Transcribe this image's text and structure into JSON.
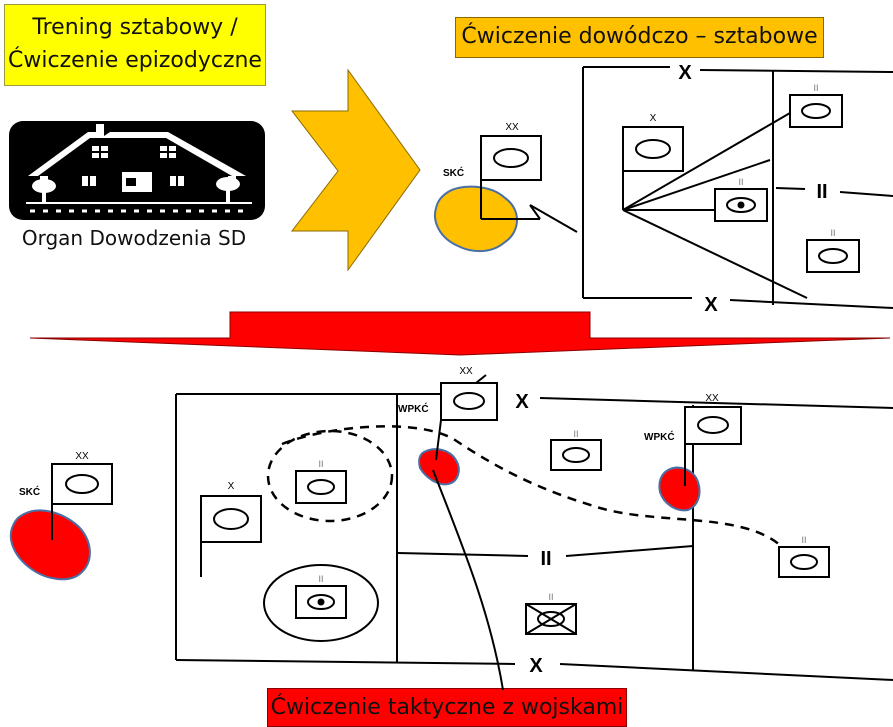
{
  "titles": {
    "trening_line1": "Trening sztabowy /",
    "trening_line2": "Ćwiczenie epizodyczne",
    "dowodczo": "Ćwiczenie dowódczo – sztabowe",
    "taktyczne": "Ćwiczenie taktyczne z wojskami"
  },
  "organ_label": "Organ Dowodzenia SD",
  "top_diagram": {
    "skc_label": "SKĆ",
    "division_echelon": "XX",
    "brigade_echelon": "X",
    "battalion_echelon": "II",
    "boundary_top": "X",
    "boundary_mid": "II",
    "boundary_bottom": "X"
  },
  "bottom_diagram": {
    "skc_label": "SKĆ",
    "wpkc_label_1": "WPKĆ",
    "wpkc_label_2": "WPKĆ",
    "division_echelon": "XX",
    "brigade_echelon": "X",
    "battalion_echelon": "II",
    "boundary_top": "X",
    "boundary_mid": "II",
    "boundary_bottom": "X"
  },
  "colors": {
    "yellow": "#ffff00",
    "orange": "#ffc000",
    "red": "#ff0000",
    "arrow_gold": "#ffc000",
    "blob_orange": "#ffc000",
    "blob_red": "#ff0000",
    "blob_outline": "#4a6fa5"
  },
  "icons": {
    "house": "house-icon",
    "big_arrow_right": "arrow-right-icon",
    "big_arrow_down": "arrow-down-icon"
  }
}
